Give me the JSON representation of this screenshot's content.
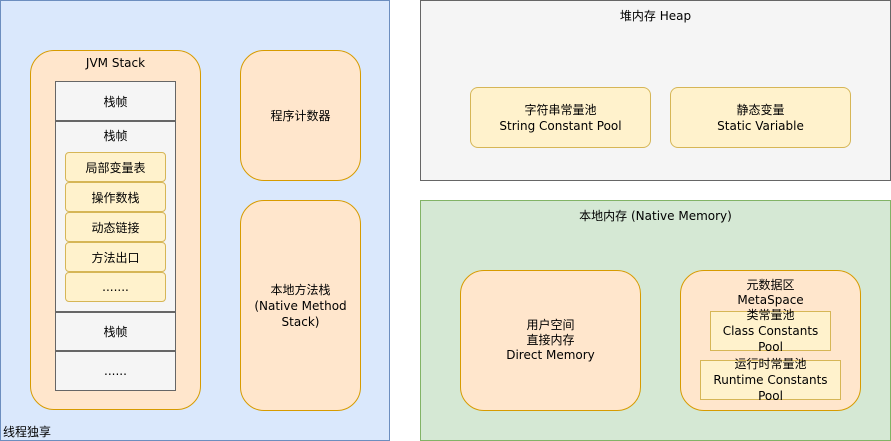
{
  "thread_private": {
    "label": "线程独享"
  },
  "jvm_stack": {
    "title": "JVM Stack",
    "frames": [
      "栈帧",
      "栈帧",
      "栈帧",
      "......"
    ],
    "frame_items": [
      "局部变量表",
      "操作数栈",
      "动态链接",
      "方法出口",
      "......."
    ]
  },
  "program_counter": {
    "label": "程序计数器"
  },
  "native_method_stack": {
    "line1": "本地方法栈",
    "line2": "(Native Method",
    "line3": "Stack)"
  },
  "heap": {
    "title": "堆内存 Heap",
    "string_pool": {
      "line1": "字符串常量池",
      "line2": "String Constant Pool"
    },
    "static_variable": {
      "line1": "静态变量",
      "line2": "Static Variable"
    }
  },
  "native_memory": {
    "title": "本地内存 (Native Memory)",
    "direct_memory": {
      "line1": "用户空间",
      "line2": "直接内存",
      "line3": "Direct Memory"
    },
    "metaspace": {
      "line1": "元数据区",
      "line2": "MetaSpace",
      "class_pool": {
        "line1": "类常量池",
        "line2": "Class Constants Pool"
      },
      "runtime_pool": {
        "line1": "运行时常量池",
        "line2": "Runtime Constants Pool"
      }
    }
  },
  "colors": {
    "thread_private_fill": "#dae8fc",
    "orange_fill": "#ffe6cc",
    "yellow_fill": "#fff2cc",
    "gray_fill": "#f5f5f5",
    "green_fill": "#d5e8d4"
  }
}
